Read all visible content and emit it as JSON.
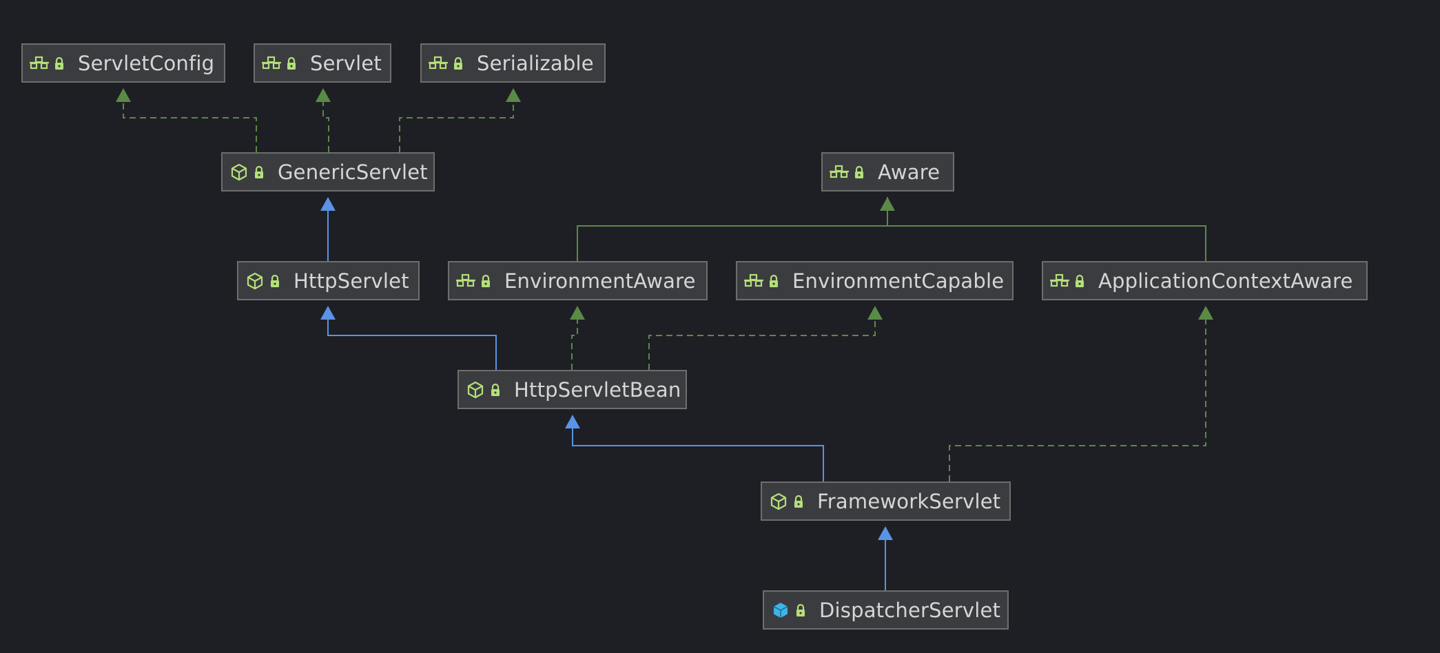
{
  "diagram": {
    "nodes": [
      {
        "id": "servletconfig",
        "label": "ServletConfig",
        "kind": "interface",
        "icon": "interface-icon"
      },
      {
        "id": "servlet",
        "label": "Servlet",
        "kind": "interface",
        "icon": "interface-icon"
      },
      {
        "id": "serializable",
        "label": "Serializable",
        "kind": "interface",
        "icon": "interface-icon"
      },
      {
        "id": "genericservlet",
        "label": "GenericServlet",
        "kind": "abstract-class",
        "icon": "abstract-class-icon"
      },
      {
        "id": "aware",
        "label": "Aware",
        "kind": "interface",
        "icon": "interface-icon"
      },
      {
        "id": "httpservlet",
        "label": "HttpServlet",
        "kind": "abstract-class",
        "icon": "abstract-class-icon"
      },
      {
        "id": "environmentaware",
        "label": "EnvironmentAware",
        "kind": "interface",
        "icon": "interface-icon"
      },
      {
        "id": "environmentcapable",
        "label": "EnvironmentCapable",
        "kind": "interface",
        "icon": "interface-icon"
      },
      {
        "id": "applicationcontextaware",
        "label": "ApplicationContextAware",
        "kind": "interface",
        "icon": "interface-icon"
      },
      {
        "id": "httpservletbean",
        "label": "HttpServletBean",
        "kind": "abstract-class",
        "icon": "abstract-class-icon"
      },
      {
        "id": "frameworkservlet",
        "label": "FrameworkServlet",
        "kind": "abstract-class",
        "icon": "abstract-class-icon"
      },
      {
        "id": "dispatcherservlet",
        "label": "DispatcherServlet",
        "kind": "class",
        "icon": "class-icon"
      }
    ],
    "edges": [
      {
        "from": "genericservlet",
        "to": "servletconfig",
        "type": "implements"
      },
      {
        "from": "genericservlet",
        "to": "servlet",
        "type": "implements"
      },
      {
        "from": "genericservlet",
        "to": "serializable",
        "type": "implements"
      },
      {
        "from": "httpservlet",
        "to": "genericservlet",
        "type": "extends"
      },
      {
        "from": "environmentaware",
        "to": "aware",
        "type": "extends-interface"
      },
      {
        "from": "applicationcontextaware",
        "to": "aware",
        "type": "extends-interface"
      },
      {
        "from": "httpservletbean",
        "to": "httpservlet",
        "type": "extends"
      },
      {
        "from": "httpservletbean",
        "to": "environmentaware",
        "type": "implements"
      },
      {
        "from": "httpservletbean",
        "to": "environmentcapable",
        "type": "implements"
      },
      {
        "from": "frameworkservlet",
        "to": "httpservletbean",
        "type": "extends"
      },
      {
        "from": "frameworkservlet",
        "to": "applicationcontextaware",
        "type": "implements"
      },
      {
        "from": "dispatcherservlet",
        "to": "frameworkservlet",
        "type": "extends"
      }
    ],
    "colors": {
      "background": "#1e1f24",
      "node_fill": "#3b3c3f",
      "node_border": "#6e6e6e",
      "label": "#d6d6d6",
      "implements_edge": "#5b8a47",
      "extends_edge": "#5a93e6",
      "icon_green": "#b5e07a",
      "class_icon_blue": "#3db4e8"
    }
  }
}
